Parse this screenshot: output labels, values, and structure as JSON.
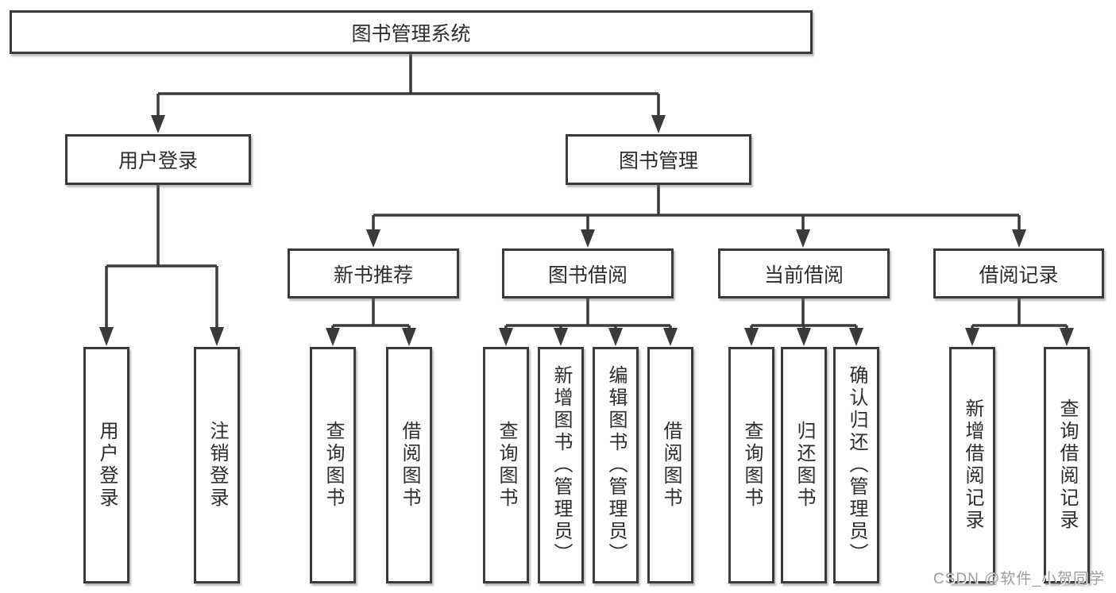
{
  "tree": {
    "label": "图书管理系统",
    "children": [
      {
        "label": "用户登录",
        "children": [
          {
            "label": "用户登录"
          },
          {
            "label": "注销登录"
          }
        ]
      },
      {
        "label": "图书管理",
        "children": [
          {
            "label": "新书推荐",
            "children": [
              {
                "label": "查询图书"
              },
              {
                "label": "借阅图书"
              }
            ]
          },
          {
            "label": "图书借阅",
            "children": [
              {
                "label": "查询图书"
              },
              {
                "label": "新增图书（管理员）"
              },
              {
                "label": "编辑图书（管理员）"
              },
              {
                "label": "借阅图书"
              }
            ]
          },
          {
            "label": "当前借阅",
            "children": [
              {
                "label": "查询图书"
              },
              {
                "label": "归还图书"
              },
              {
                "label": "确认归还（管理员）"
              }
            ]
          },
          {
            "label": "借阅记录",
            "children": [
              {
                "label": "新增借阅记录"
              },
              {
                "label": "查询借阅记录"
              }
            ]
          }
        ]
      }
    ]
  },
  "watermark": {
    "text": "CSDN @软件_小贺同学"
  },
  "colors": {
    "line": "#3a3a3a",
    "text": "#2d2d2d",
    "watermark": "#9e9e9e",
    "background": "#ffffff"
  }
}
